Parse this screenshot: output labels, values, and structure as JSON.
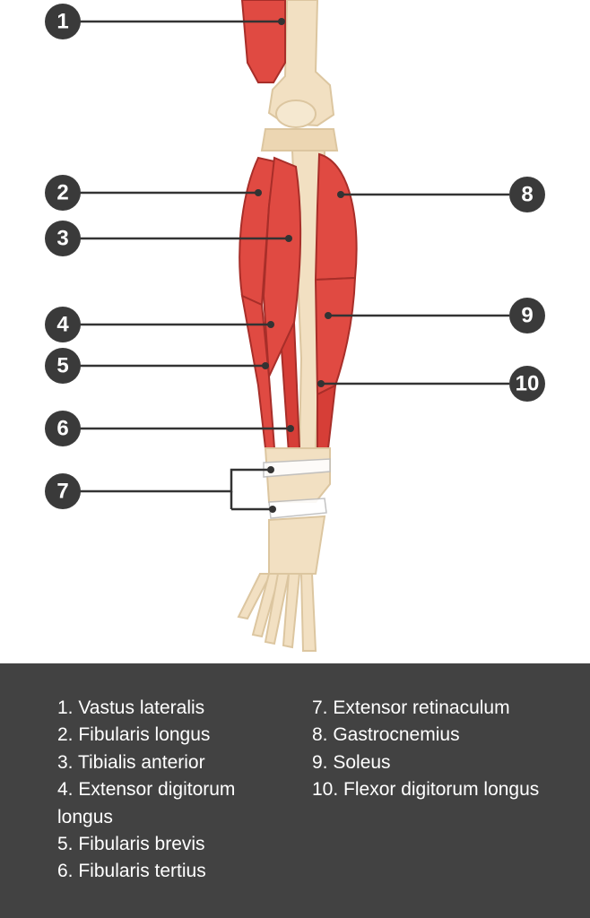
{
  "markers": [
    "1",
    "2",
    "3",
    "4",
    "5",
    "6",
    "7",
    "8",
    "9",
    "10"
  ],
  "legend": {
    "left": [
      "1. Vastus lateralis",
      "2. Fibularis longus",
      "3. Tibialis anterior",
      "4. Extensor digitorum longus",
      "5. Fibularis brevis",
      "6. Fibularis tertius"
    ],
    "right": [
      "7. Extensor retinaculum",
      "8. Gastrocnemius",
      "9. Soleus",
      "10. Flexor digitorum longus"
    ]
  },
  "colors": {
    "muscle": "#e04a42",
    "muscle_dark": "#c0342f",
    "bone": "#f2e0c2",
    "bone_outline": "#dcc6a0",
    "marker": "#3a3a3a",
    "leader": "#333333",
    "panel": "#424242"
  }
}
